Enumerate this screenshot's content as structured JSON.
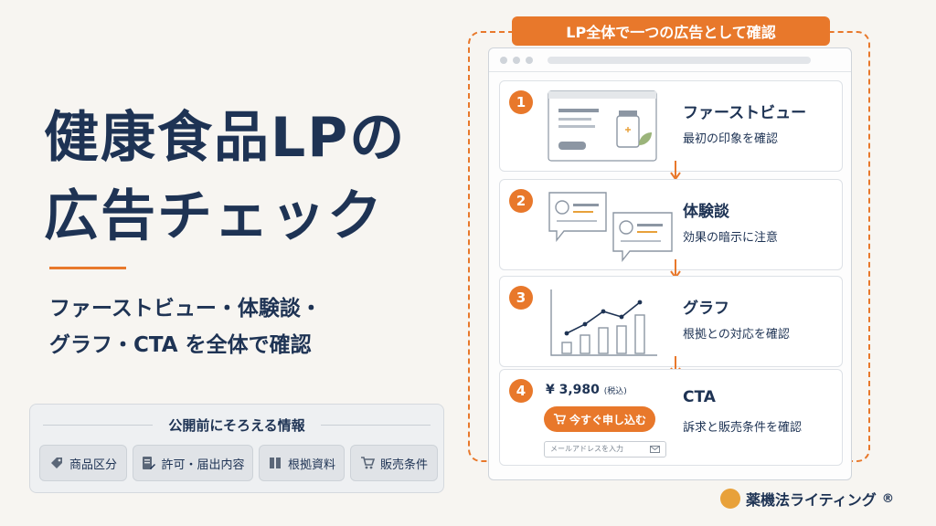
{
  "title_line1": "健康食品LPの",
  "title_line2": "広告チェック",
  "subtitle_line1": "ファーストビュー・体験談・",
  "subtitle_line2": "グラフ・CTA を全体で確認",
  "info": {
    "title": "公開前にそろえる情報",
    "chips": [
      "商品区分",
      "許可・届出内容",
      "根拠資料",
      "販売条件"
    ]
  },
  "frame_label": "LP全体で一つの広告として確認",
  "steps": [
    {
      "num": "1",
      "title": "ファーストビュー",
      "desc": "最初の印象を確認"
    },
    {
      "num": "2",
      "title": "体験談",
      "desc": "効果の暗示に注意"
    },
    {
      "num": "3",
      "title": "グラフ",
      "desc": "根拠との対応を確認"
    },
    {
      "num": "4",
      "title": "CTA",
      "desc": "訴求と販売条件を確認"
    }
  ],
  "cta_mock": {
    "price": "¥ 3,980",
    "tax": "(税込)",
    "button": "今すぐ申し込む",
    "email_placeholder": "メールアドレスを入力"
  },
  "brand": "薬機法ライティング",
  "brand_mark": "®",
  "colors": {
    "accent": "#e8782b",
    "navy": "#1e3354"
  }
}
